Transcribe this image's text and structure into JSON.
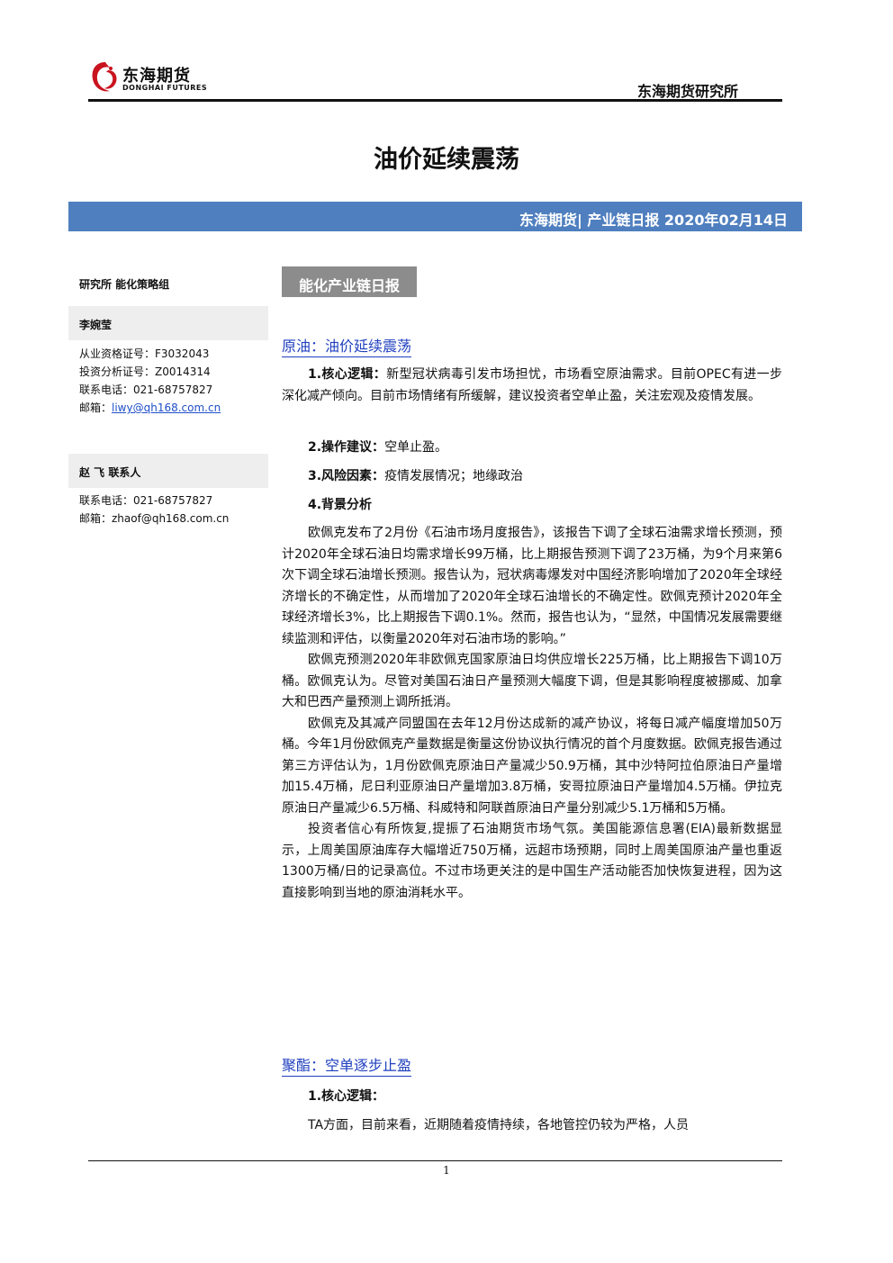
{
  "header": {
    "logo_cn": "东海期货",
    "logo_en": "DONGHAI FUTURES",
    "institute": "东海期货研究所"
  },
  "title": "油价延续震荡",
  "banner": "东海期货| 产业链日报 2020年02月14日",
  "sidebar": {
    "org": "研究所   能化策略组",
    "analyst1": {
      "name": "李婉莹",
      "qual": "从业资格证号：F3032043",
      "invest": "投资分析证号：Z0014314",
      "phone": "联系电话：021-68757827",
      "email_label": "邮箱：",
      "email": "liwy@qh168.com.cn"
    },
    "analyst2": {
      "name": "赵  飞    联系人",
      "phone": "联系电话：021-68757827",
      "email": "邮箱：zhaof@qh168.com.cn"
    }
  },
  "tag": "能化产业链日报",
  "crude": {
    "heading": "原油：油价延续震荡",
    "logic_label": "1.核心逻辑：",
    "logic_text": "新型冠状病毒引发市场担忧，市场看空原油需求。目前OPEC有进一步深化减产倾向。目前市场情绪有所缓解，建议投资者空单止盈，关注宏观及疫情发展。",
    "advice_label": "2.操作建议：",
    "advice_text": "空单止盈。",
    "risk_label": "3.风险因素：",
    "risk_text": "疫情发展情况；地缘政治",
    "bg_label": "4.背景分析",
    "p1": "欧佩克发布了2月份《石油市场月度报告》，该报告下调了全球石油需求增长预测，预计2020年全球石油日均需求增长99万桶，比上期报告预测下调了23万桶，为9个月来第6次下调全球石油增长预测。报告认为，冠状病毒爆发对中国经济影响增加了2020年全球经济增长的不确定性，从而增加了2020年全球石油增长的不确定性。欧佩克预计2020年全球经济增长3%，比上期报告下调0.1%。然而，报告也认为，“显然，中国情况发展需要继续监测和评估，以衡量2020年对石油市场的影响。”",
    "p2": "欧佩克预测2020年非欧佩克国家原油日均供应增长225万桶，比上期报告下调10万桶。欧佩克认为。尽管对美国石油日产量预测大幅度下调，但是其影响程度被挪威、加拿大和巴西产量预测上调所抵消。",
    "p3": "欧佩克及其减产同盟国在去年12月份达成新的减产协议，将每日减产幅度增加50万桶。今年1月份欧佩克产量数据是衡量这份协议执行情况的首个月度数据。欧佩克报告通过第三方评估认为，1月份欧佩克原油日产量减少50.9万桶，其中沙特阿拉伯原油日产量增加15.4万桶，尼日利亚原油日产量增加3.8万桶，安哥拉原油日产量增加4.5万桶。伊拉克原油日产量减少6.5万桶、科威特和阿联酋原油日产量分别减少5.1万桶和5万桶。",
    "p4": "投资者信心有所恢复,提振了石油期货市场气氛。美国能源信息署(EIA)最新数据显示，上周美国原油库存大幅增近750万桶，远超市场预期，同时上周美国原油产量也重返1300万桶/日的记录高位。不过市场更关注的是中国生产活动能否加快恢复进程，因为这直接影响到当地的原油消耗水平。"
  },
  "polyester": {
    "heading": "聚酯：空单逐步止盈",
    "logic_label": "1.核心逻辑：",
    "p1": "TA方面，目前来看，近期随着疫情持续，各地管控仍较为严格，人员"
  },
  "page_number": "1"
}
